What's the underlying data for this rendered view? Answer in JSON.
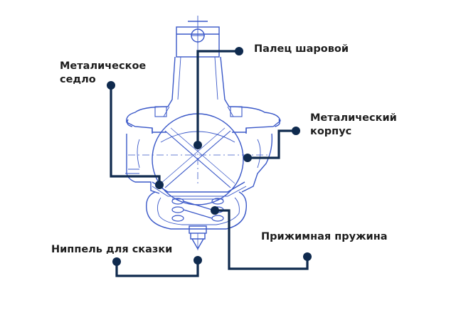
{
  "colors": {
    "drawing": "#3a58c8",
    "drawing_light": "#8094dc",
    "leader": "#0f2a4e",
    "text": "#1e1e1e",
    "background": "#ffffff"
  },
  "labels": {
    "ball_pin": "Палец шаровой",
    "metal_seat_line1": "Металическое",
    "metal_seat_line2": "седло",
    "metal_housing_line1": "Металический",
    "metal_housing_line2": "корпус",
    "spring": "Прижимная пружина",
    "grease_nipple": "Ниппель для сказки"
  }
}
